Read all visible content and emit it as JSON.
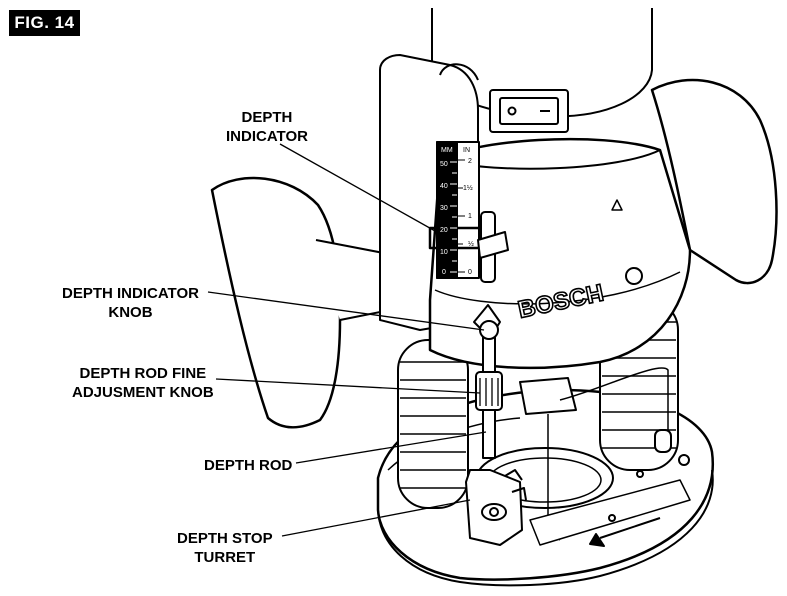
{
  "figure": {
    "label": "FIG. 14"
  },
  "callouts": {
    "depth_indicator": [
      "DEPTH",
      "INDICATOR"
    ],
    "depth_indicator_knob": [
      "DEPTH INDICATOR",
      "KNOB"
    ],
    "depth_rod_fine_adjustment_knob": [
      "DEPTH ROD FINE",
      "ADJUSMENT KNOB"
    ],
    "depth_rod": [
      "DEPTH ROD"
    ],
    "depth_stop_turret": [
      "DEPTH STOP",
      "TURRET"
    ]
  },
  "router": {
    "brand": "BOSCH",
    "scale_mm": [
      "50",
      "40",
      "30",
      "20",
      "10",
      "0"
    ],
    "scale_in": [
      "2",
      "1½",
      "1",
      "½",
      "0"
    ],
    "scale_mm_unit": "MM",
    "scale_in_unit": "IN"
  }
}
